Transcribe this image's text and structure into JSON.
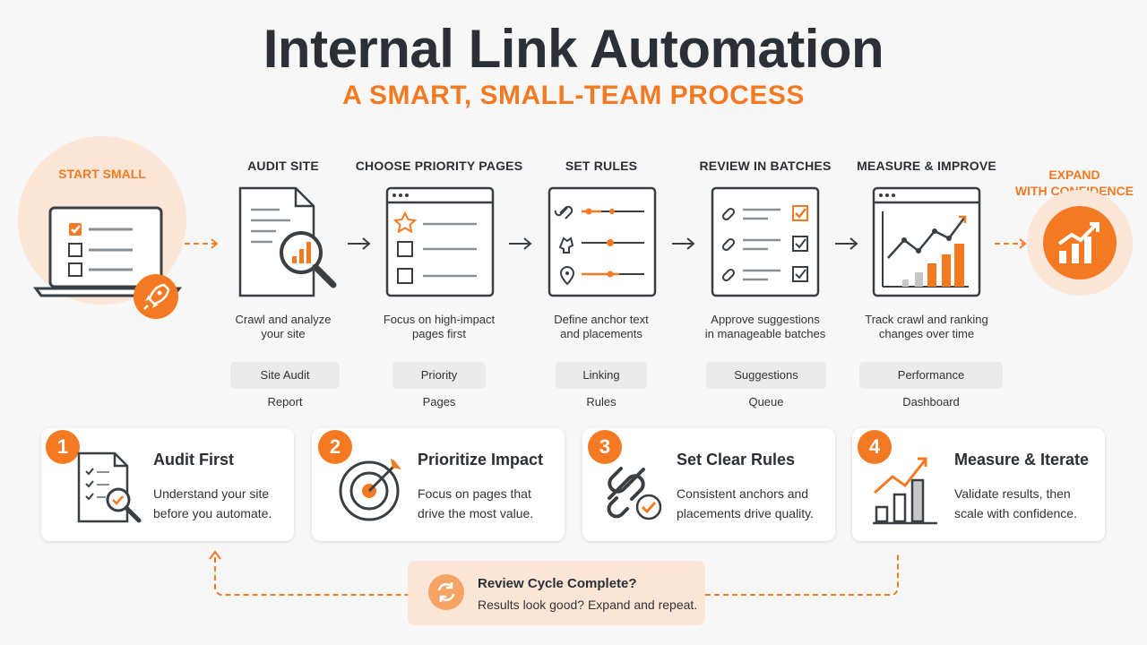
{
  "header": {
    "title": "Internal Link Automation",
    "subtitle": "A SMART, SMALL-TEAM PROCESS"
  },
  "start": {
    "label": "START SMALL"
  },
  "expand": {
    "label_line1": "EXPAND",
    "label_line2": "WITH CONFIDENCE"
  },
  "steps": [
    {
      "label": "AUDIT SITE",
      "desc_line1": "Crawl and analyze",
      "desc_line2": "your site",
      "pill": "Site Audit Report"
    },
    {
      "label": "CHOOSE PRIORITY PAGES",
      "desc_line1": "Focus on high-impact",
      "desc_line2": "pages first",
      "pill": "Priority Pages"
    },
    {
      "label": "SET RULES",
      "desc_line1": "Define anchor text",
      "desc_line2": "and placements",
      "pill": "Linking Rules"
    },
    {
      "label": "REVIEW IN BATCHES",
      "desc_line1": "Approve suggestions",
      "desc_line2": "in manageable batches",
      "pill": "Suggestions Queue"
    },
    {
      "label": "MEASURE & IMPROVE",
      "desc_line1": "Track crawl and ranking",
      "desc_line2": "changes over time",
      "pill": "Performance Dashboard"
    }
  ],
  "cards": [
    {
      "num": "1",
      "title": "Audit First",
      "line1": "Understand your site",
      "line2": "before you automate."
    },
    {
      "num": "2",
      "title": "Prioritize Impact",
      "line1": "Focus on pages that",
      "line2": "drive the most value."
    },
    {
      "num": "3",
      "title": "Set Clear Rules",
      "line1": "Consistent anchors and",
      "line2": "placements drive quality."
    },
    {
      "num": "4",
      "title": "Measure & Iterate",
      "line1": "Validate results, then",
      "line2": "scale with confidence."
    }
  ],
  "review": {
    "title": "Review Cycle Complete?",
    "text": "Results look good? Expand and repeat."
  },
  "colors": {
    "accent": "#f37a23",
    "accent_light": "#fbe6d8",
    "ink": "#3a3f44"
  }
}
